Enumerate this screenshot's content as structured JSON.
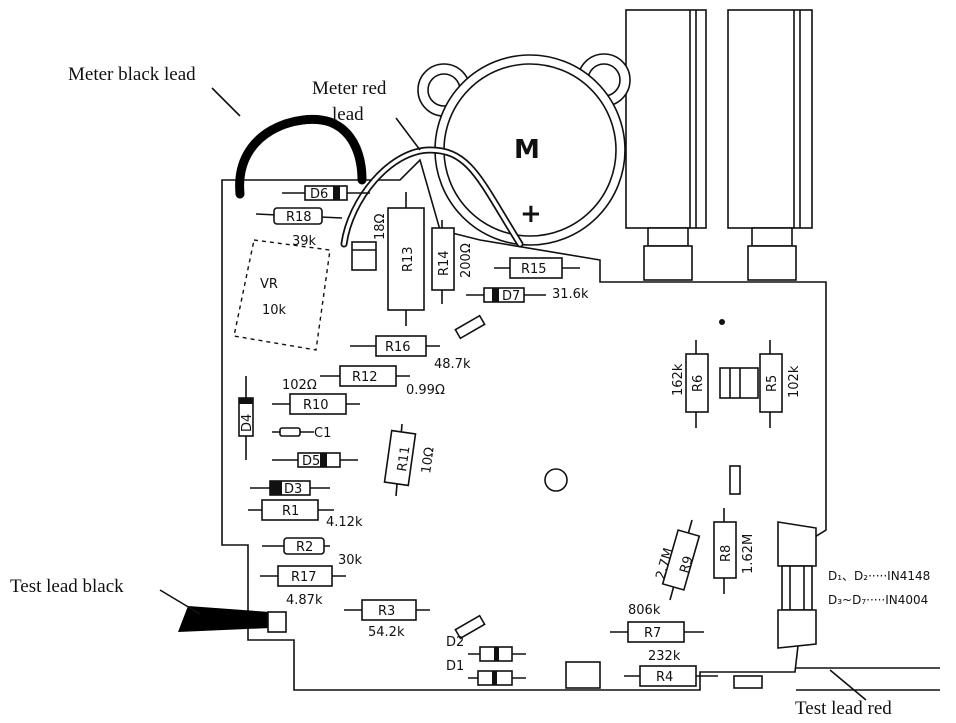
{
  "captions": {
    "meter_black": "Meter black lead",
    "meter_red_1": "Meter red",
    "meter_red_2": "lead",
    "test_black": "Test lead black",
    "test_red": "Test lead red"
  },
  "meter": {
    "symbol": "M",
    "plus": "+"
  },
  "components": {
    "D6": "D6",
    "R18": "R18",
    "R18_val": "39k",
    "VR": "VR",
    "VR_val": "10k",
    "R13": "R13",
    "R13_val": "18Ω",
    "R14": "R14",
    "R14_val": "200Ω",
    "R15": "R15",
    "R15_val": "31.6k",
    "D7": "D7",
    "R16": "R16",
    "R16_val": "48.7k",
    "R12": "R12",
    "R12_val": "0.99Ω",
    "R10": "R10",
    "R10_val": "102Ω",
    "D4": "D4",
    "C1": "C1",
    "D5": "D5",
    "R11": "R11",
    "R11_val": "10Ω",
    "D3": "D3",
    "R1": "R1",
    "R1_val": "4.12k",
    "R2": "R2",
    "R2_val": "30k",
    "R17": "R17",
    "R17_val": "4.87k",
    "R3": "R3",
    "R3_val": "54.2k",
    "D2": "D2",
    "D1": "D1",
    "R6": "R6",
    "R6_val": "162k",
    "R5": "R5",
    "R5_val": "102k",
    "R9": "R9",
    "R9_val": "2.7M",
    "R8": "R8",
    "R8_val": "1.62M",
    "R7": "R7",
    "R7_val": "806k",
    "R4": "R4",
    "R4_val": "232k"
  },
  "legend": {
    "line1": "D₁、D₂·····IN4148",
    "line2": "D₃~D₇·····IN4004"
  }
}
